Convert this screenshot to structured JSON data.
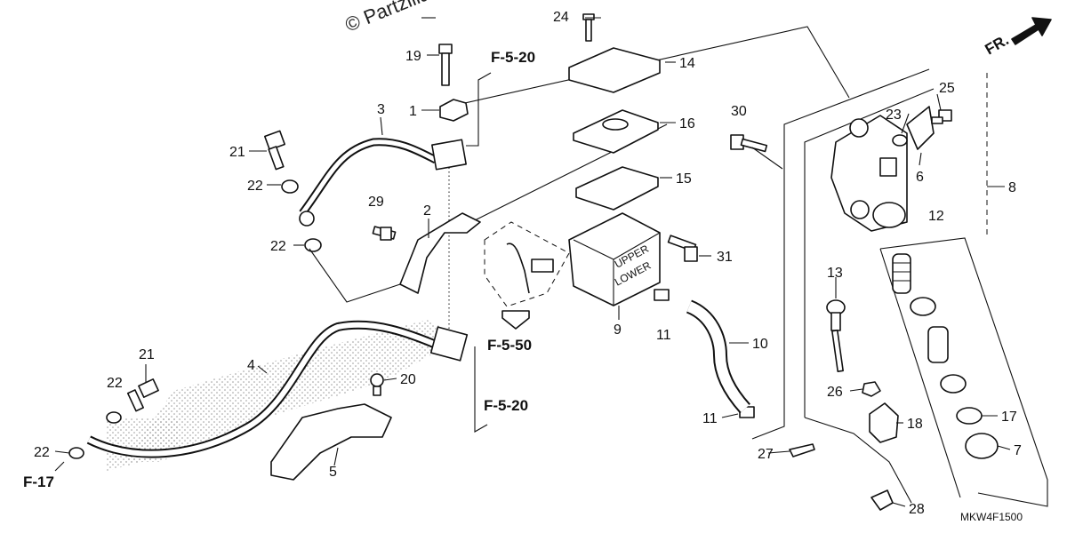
{
  "watermark": "© Partzilla",
  "direction": {
    "label": "FR."
  },
  "diagram_code": "MKW4F1500",
  "callouts": {
    "c1": "1",
    "c2": "2",
    "c3": "3",
    "c4": "4",
    "c5": "5",
    "c6": "6",
    "c7": "7",
    "c8": "8",
    "c9": "9",
    "c10": "10",
    "c11a": "11",
    "c11b": "11",
    "c12": "12",
    "c13": "13",
    "c14": "14",
    "c15": "15",
    "c16": "16",
    "c17": "17",
    "c18": "18",
    "c19": "19",
    "c20": "20",
    "c21a": "21",
    "c21b": "21",
    "c22a": "22",
    "c22b": "22",
    "c22c": "22",
    "c22d": "22",
    "c23": "23",
    "c24": "24",
    "c25": "25",
    "c26": "26",
    "c27": "27",
    "c28": "28",
    "c29": "29",
    "c30": "30",
    "c31": "31"
  },
  "refs": {
    "f520_top": "F-5-20",
    "f550": "F-5-50",
    "f520_mid": "F-5-20",
    "f17": "F-17"
  },
  "reservoir_marks": {
    "upper": "UPPER",
    "lower": "LOWER"
  }
}
